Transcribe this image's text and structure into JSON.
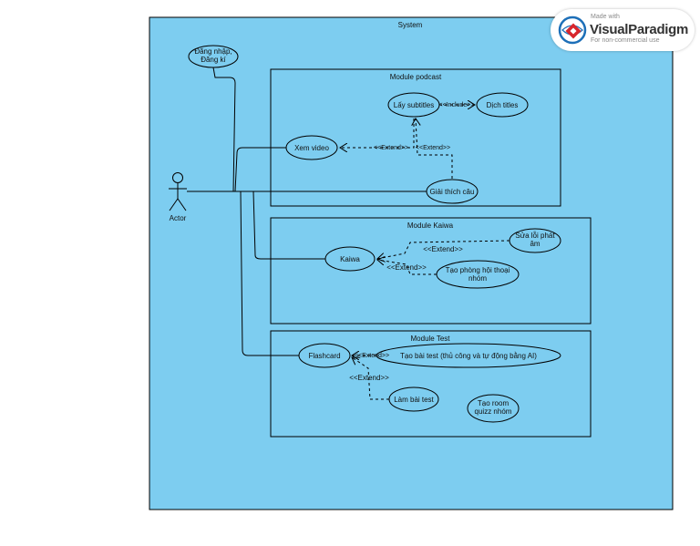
{
  "diagram": {
    "system_label": "System",
    "actor_label": "Actor",
    "modules": {
      "podcast": "Module podcast",
      "kaiwa": "Module Kaiwa",
      "test": "Module Test"
    },
    "use_cases": {
      "login_line1": "Đăng nhập,",
      "login_line2": "Đăng kí",
      "get_subtitles": "Lấy subtitles",
      "translate_titles": "Dịch titles",
      "watch_video": "Xem video",
      "explain_sentence": "Giải thích câu",
      "kaiwa": "Kaiwa",
      "fix_pron_line1": "Sửa lỗi phát",
      "fix_pron_line2": "âm",
      "group_room_line1": "Tạo phòng hội thoại",
      "group_room_line2": "nhóm",
      "flashcard": "Flashcard",
      "create_test": "Tạo bài test (thủ công và tự động bằng AI)",
      "do_test": "Làm bài test",
      "quiz_room_line1": "Tạo room",
      "quiz_room_line2": "quizz nhóm"
    },
    "stereotypes": {
      "include": "<<Include>>",
      "extend_podcast_1": "<<Extend>>",
      "extend_podcast_2": "<<Extend>>",
      "extend_kaiwa_1": "<<Extend>>",
      "extend_kaiwa_2": "<<Extend>>",
      "extend_test_1": "<<Extend>>",
      "extend_test_2": "<<Extend>>"
    }
  },
  "watermark": {
    "made_with": "Made with",
    "brand": "VisualParadigm",
    "note": "For non-commercial use"
  },
  "colors": {
    "system_fill": "#7dcdf0",
    "logo_red": "#d8262c",
    "logo_blue": "#1d6fb8"
  }
}
